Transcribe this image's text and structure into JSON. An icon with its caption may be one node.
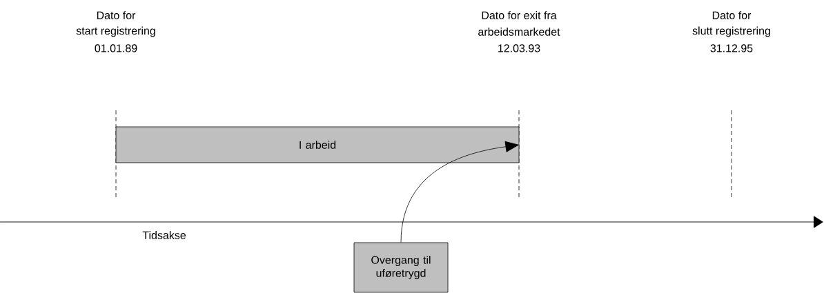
{
  "diagram": {
    "nodes": [
      {
        "text": [
          "I arbeid"
        ]
      },
      {
        "text": [
          "Overgang til uføretrygd"
        ]
      }
    ],
    "edges": [
      {
        "from": 1,
        "to": 0,
        "arrow": "to"
      }
    ],
    "labels": [
      "Dato for",
      "start registrering",
      "01.01.89",
      "Dato for exit fra",
      "arbeidsmarkedet",
      "12.03.93",
      "Dato for",
      "slutt registrering",
      "31.12.95",
      "Tidsakse"
    ]
  }
}
